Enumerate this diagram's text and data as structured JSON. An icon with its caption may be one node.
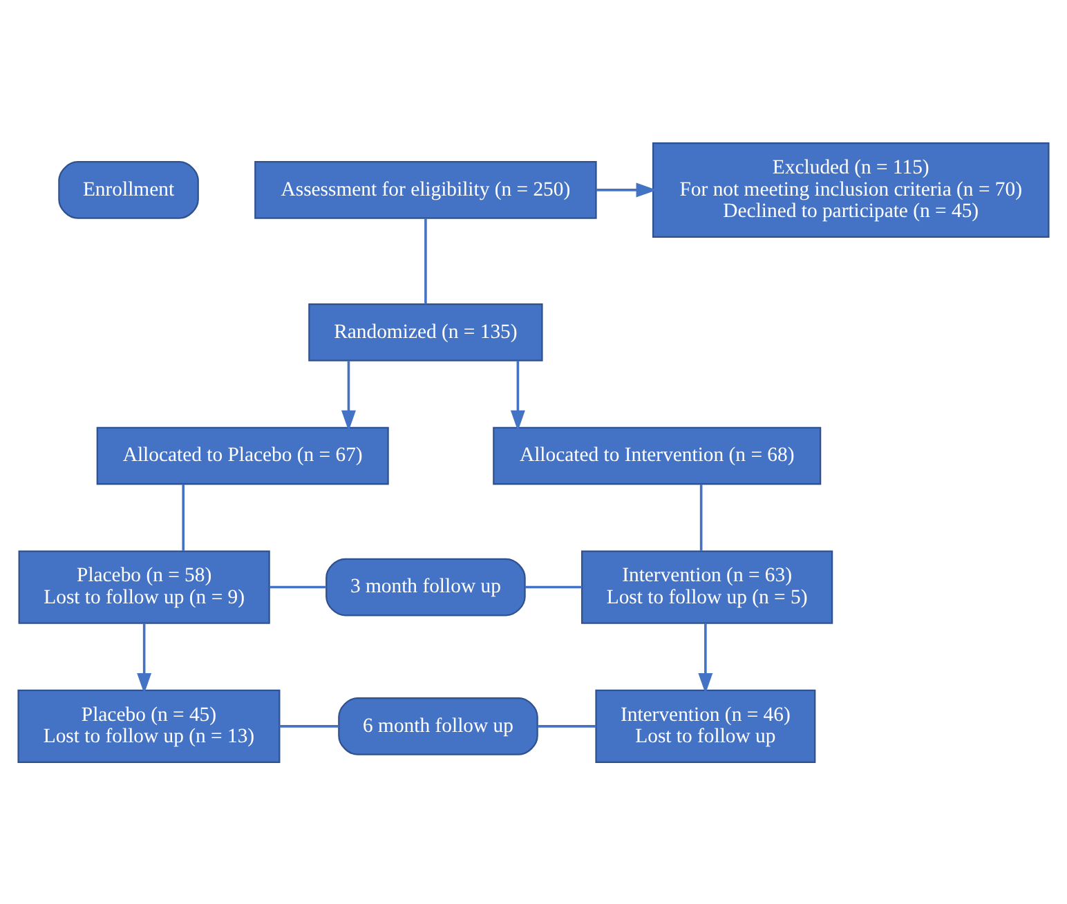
{
  "diagram": {
    "nodes": [
      {
        "text": [
          "Enrollment"
        ]
      },
      {
        "text": [
          "Assessment for eligibility (n = 250)"
        ]
      },
      {
        "text": [
          "Excluded (n = 115)",
          "For not meeting inclusion criteria (n = 70)",
          "Declined to participate (n = 45)"
        ]
      },
      {
        "text": [
          "Randomized (n = 135)"
        ]
      },
      {
        "text": [
          "Allocated to Placebo (n = 67)"
        ]
      },
      {
        "text": [
          "Allocated to Intervention (n = 68)"
        ]
      },
      {
        "text": [
          "Placebo (n = 58)",
          "Lost to follow up (n = 9)"
        ]
      },
      {
        "text": [
          "3 month follow up"
        ]
      },
      {
        "text": [
          "Intervention (n = 63)",
          "Lost to follow up (n = 5)"
        ]
      },
      {
        "text": [
          "Placebo (n = 45)",
          "Lost to follow up (n = 13)"
        ]
      },
      {
        "text": [
          "6 month follow up"
        ]
      },
      {
        "text": [
          "Intervention (n = 46)",
          "Lost to follow up"
        ]
      }
    ],
    "edges": [
      {
        "from": 1,
        "to": 3,
        "arrow": "none"
      },
      {
        "from": 1,
        "to": 2,
        "arrow": "to"
      },
      {
        "from": 3,
        "to": 4,
        "arrow": "to"
      },
      {
        "from": 3,
        "to": 5,
        "arrow": "to"
      },
      {
        "from": 4,
        "to": 6,
        "arrow": "none"
      },
      {
        "from": 5,
        "to": 8,
        "arrow": "none"
      },
      {
        "from": 6,
        "to": 7,
        "arrow": "none"
      },
      {
        "from": 7,
        "to": 8,
        "arrow": "none"
      },
      {
        "from": 6,
        "to": 9,
        "arrow": "to"
      },
      {
        "from": 8,
        "to": 11,
        "arrow": "to"
      },
      {
        "from": 9,
        "to": 10,
        "arrow": "none"
      },
      {
        "from": 10,
        "to": 11,
        "arrow": "none"
      }
    ]
  }
}
